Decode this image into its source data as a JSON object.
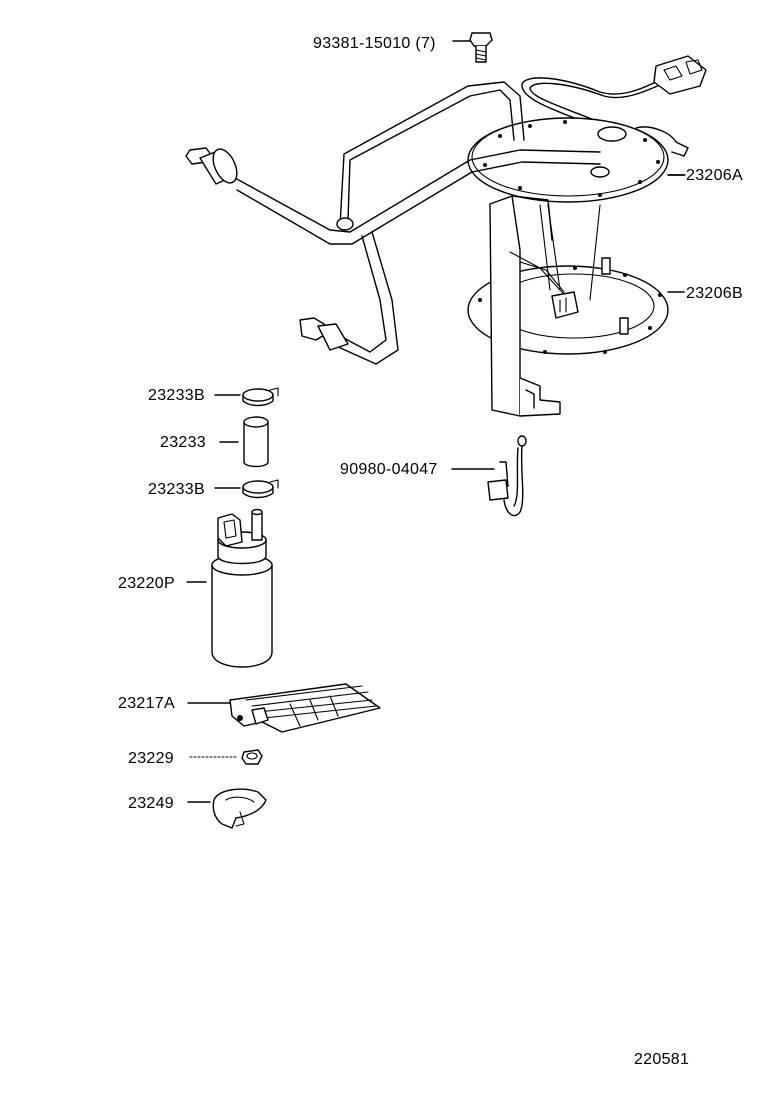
{
  "parts": {
    "bolt": "93381-15010 (7)",
    "gauge_a": "23206A",
    "gauge_b": "23206B",
    "clamp_top": "23233B",
    "hose": "23233",
    "clamp_bottom": "23233B",
    "wire": "90980-04047",
    "pump": "23220P",
    "filter": "23217A",
    "cushion": "23229",
    "retainer": "23249"
  },
  "diagram_id": "220581"
}
